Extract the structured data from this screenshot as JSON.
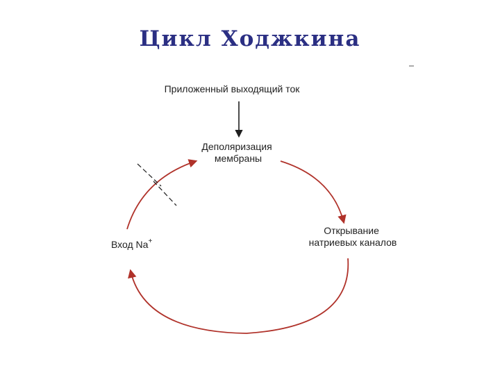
{
  "title": "Цикл Ходжкина",
  "diagram": {
    "applied_current": "Приложенный выходящий ток",
    "depolarization": [
      "Деполяризация",
      "мембраны"
    ],
    "sodium_open": [
      "Открывание",
      "натриевых каналов"
    ],
    "sodium_entry": "Вход Na",
    "sodium_entry_sup": "+",
    "colors": {
      "arc": "#b0322a",
      "text": "#1f1f1f",
      "title": "#2b2f83"
    }
  }
}
